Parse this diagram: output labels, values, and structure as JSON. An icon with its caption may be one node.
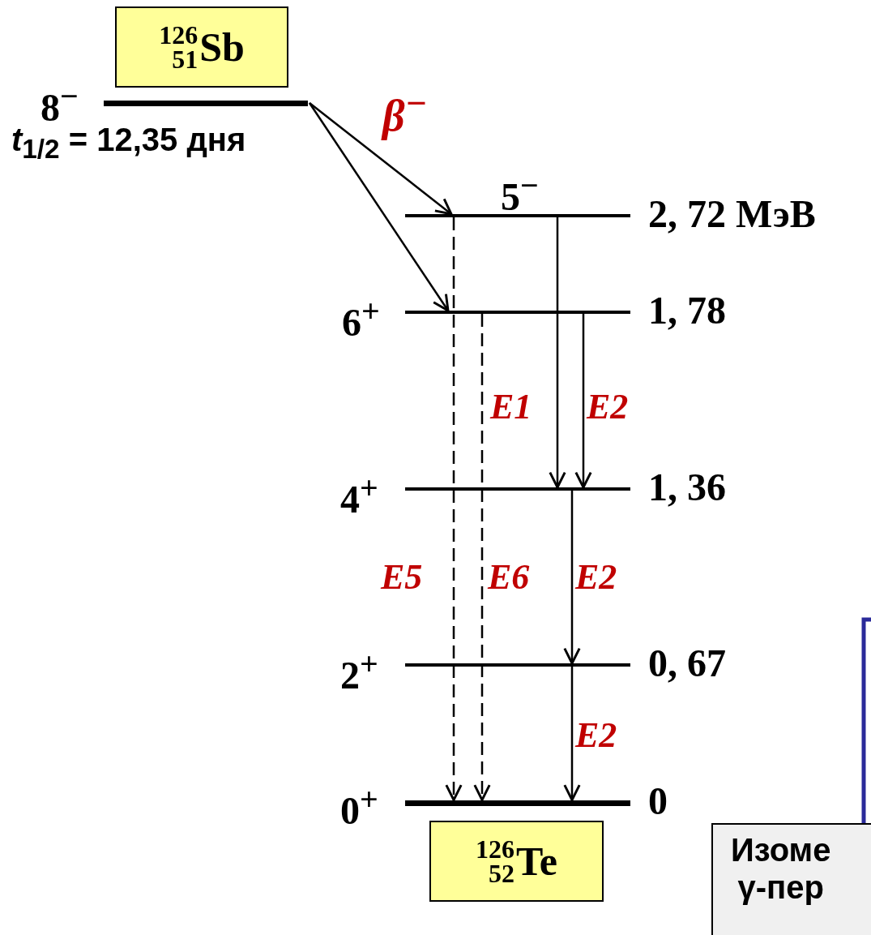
{
  "diagram": {
    "nodes": [
      {
        "text": [
          "$^{126}$$_{51}$Sb"
        ]
      },
      {
        "text": [
          "8$^{−}$"
        ],
        "beside": [
          "*t*$_{1/2}$ = 12,35 дня"
        ]
      },
      {
        "text": [
          "5$^{−}$",
          "2, 72 МэВ"
        ]
      },
      {
        "text": [
          "6$^{+}$",
          "1, 78"
        ]
      },
      {
        "text": [
          "4$^{+}$",
          "1, 36"
        ]
      },
      {
        "text": [
          "2$^{+}$",
          "0, 67"
        ]
      },
      {
        "text": [
          "0$^{+}$",
          "0"
        ]
      },
      {
        "text": [
          "$^{126}$$_{52}$Te"
        ]
      },
      {
        "text": [
          "Изоме γ-пер"
        ]
      }
    ],
    "edges": [
      {
        "from": 1,
        "to": 2,
        "arrow": "to",
        "label": "β$^{−}$"
      },
      {
        "from": 1,
        "to": 3,
        "arrow": "to"
      },
      {
        "from": 2,
        "to": 6,
        "arrow": "to",
        "style": "dashed",
        "label": "E5"
      },
      {
        "from": 3,
        "to": 6,
        "arrow": "to",
        "style": "dashed",
        "label": "E6"
      },
      {
        "from": 2,
        "to": 4,
        "arrow": "to",
        "label": "E1"
      },
      {
        "from": 3,
        "to": 4,
        "arrow": "to",
        "label": "E2"
      },
      {
        "from": 4,
        "to": 5,
        "arrow": "to",
        "label": "E2"
      },
      {
        "from": 5,
        "to": 6,
        "arrow": "to",
        "label": "E2"
      }
    ]
  }
}
